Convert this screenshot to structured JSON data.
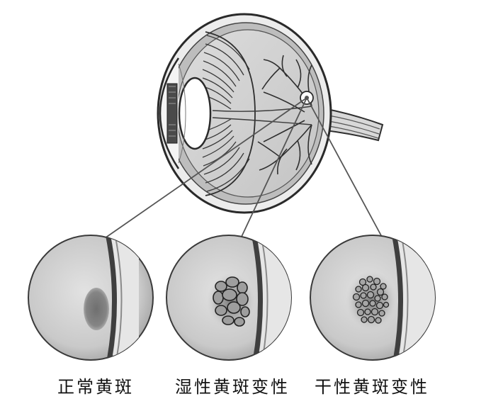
{
  "diagram": {
    "circles": [
      {
        "label": "正常黄斑",
        "condition": "normal"
      },
      {
        "label": "湿性黄斑变性",
        "condition": "wet"
      },
      {
        "label": "干性黄斑变性",
        "condition": "dry"
      }
    ]
  },
  "colors": {
    "line": "#3a3a3a",
    "vitreous": "#d0d0d0",
    "retina_shade": "#a9a9a9",
    "macula_normal": "#7d7d7d",
    "lesion_fill": "#a0a0a0",
    "background": "#ffffff"
  }
}
